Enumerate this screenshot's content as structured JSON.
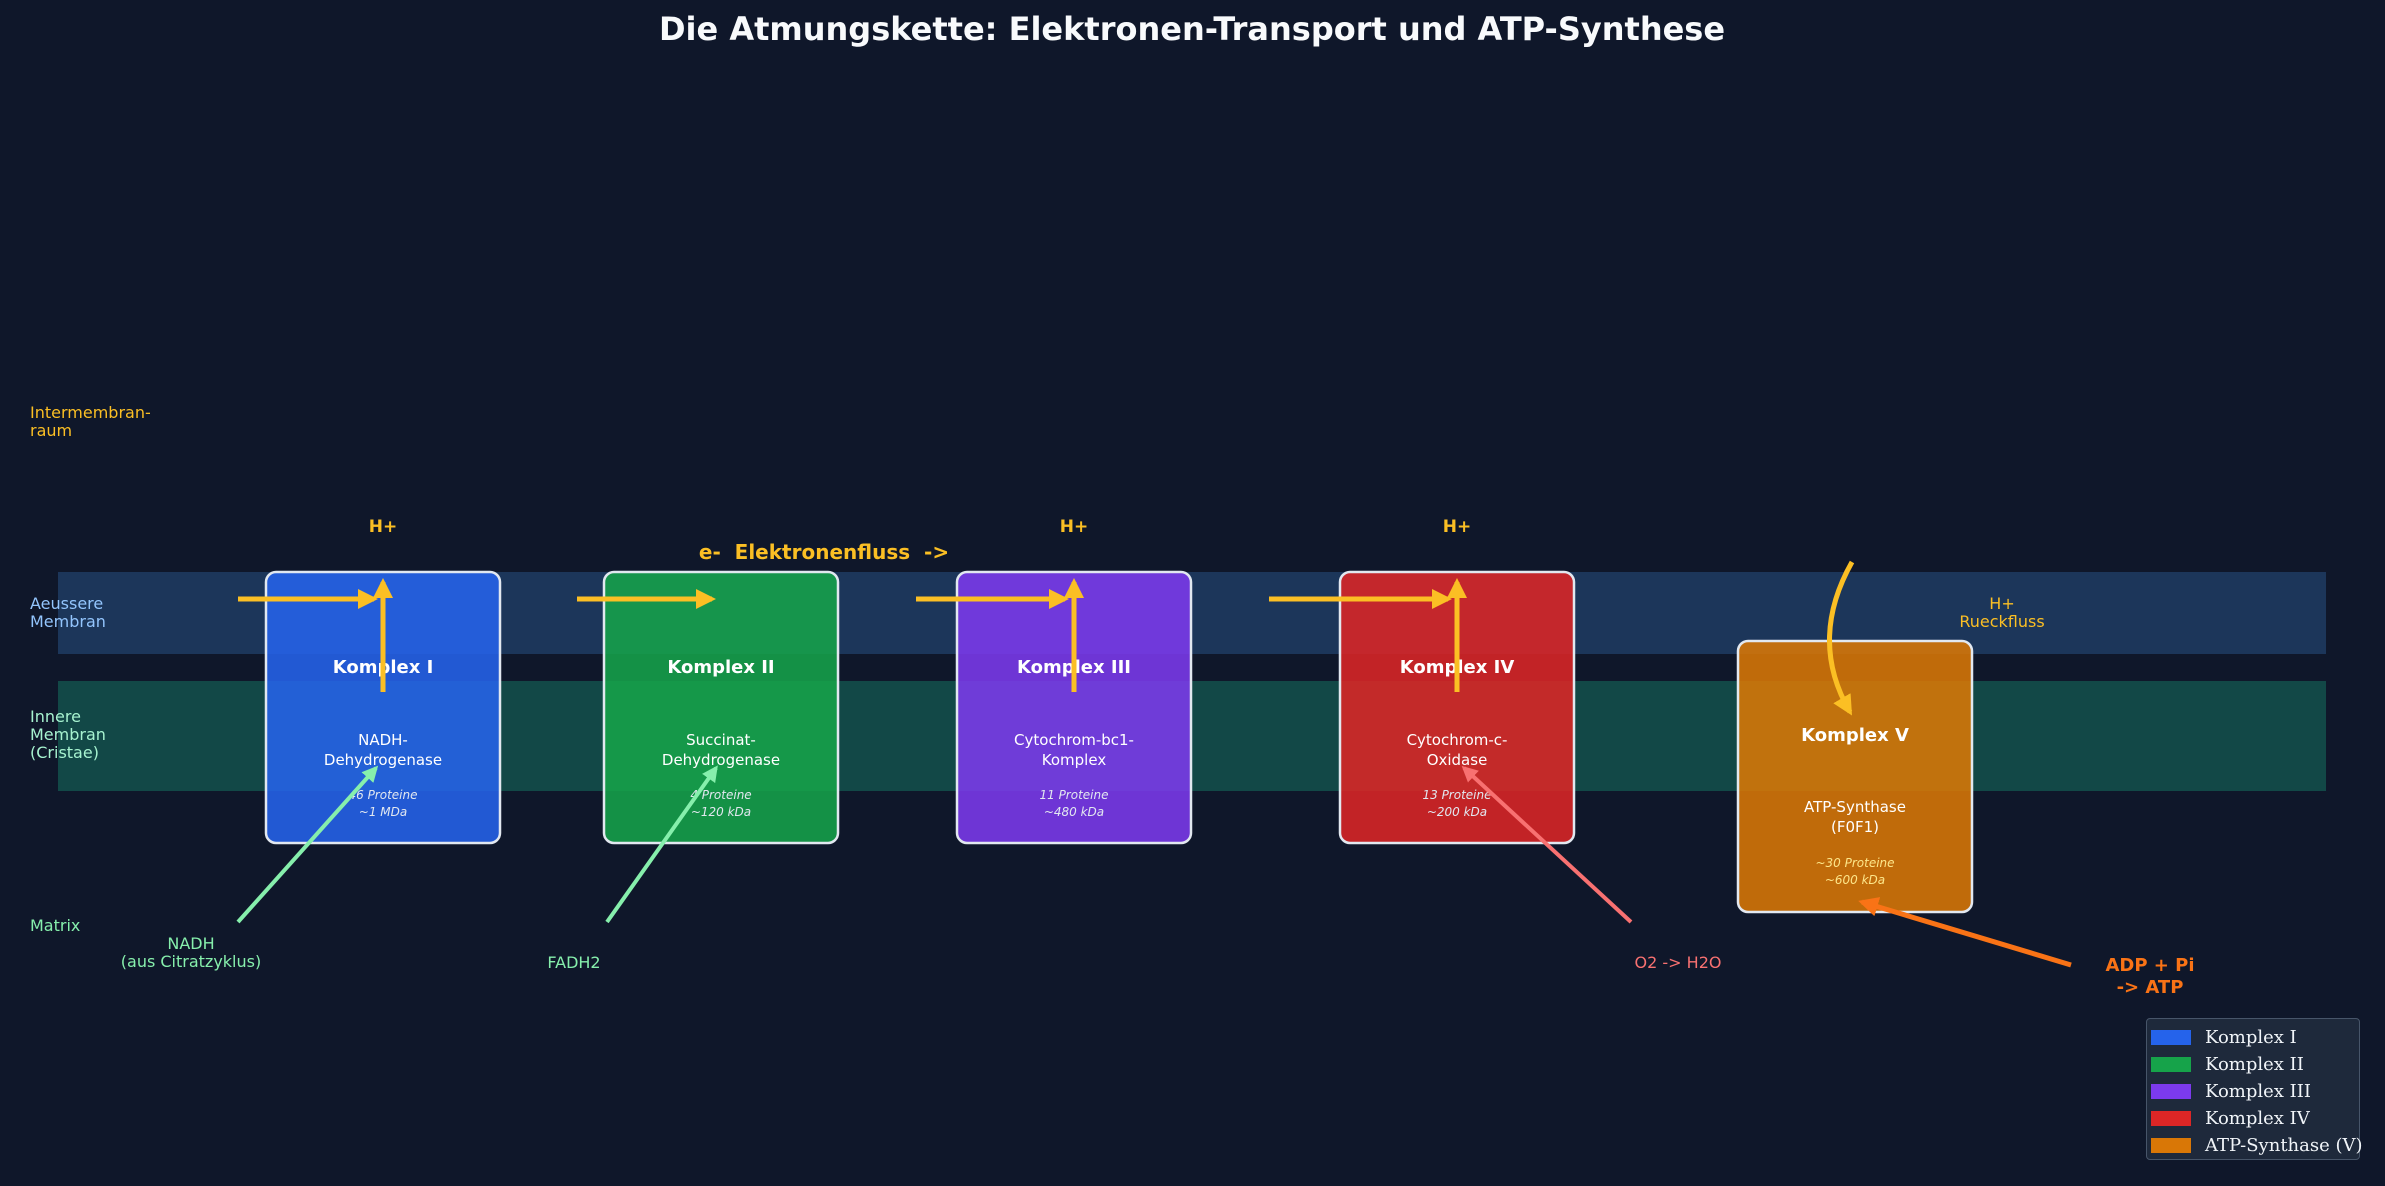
{
  "title": "Die Atmungskette: Elektronen-Transport und ATP-Synthese",
  "colors": {
    "background": "#0f172a",
    "outer_membrane": "#1e3a5f",
    "inner_membrane": "#134e4a",
    "proton": "#fbbf24",
    "substrate": "#86efac",
    "oxygen": "#f87171",
    "atp": "#f97316"
  },
  "regions": {
    "intermembrane": "Intermembran-\nraum",
    "outer_membrane": "Aeussere\nMembran",
    "inner_membrane": "Innere\nMembran\n(Cristae)",
    "matrix": "Matrix"
  },
  "complexes": [
    {
      "name": "Komplex I",
      "enzyme": "NADH-\nDehydrogenase",
      "info": "46 Proteine\n~1 MDa",
      "color": "#1d4ed8",
      "proton_label": "H+"
    },
    {
      "name": "Komplex II",
      "enzyme": "Succinat-\nDehydrogenase",
      "info": "4 Proteine\n~120 kDa",
      "color": "#16a34a",
      "proton_label": ""
    },
    {
      "name": "Komplex III",
      "enzyme": "Cytochrom-bc1-\nKomplex",
      "info": "11 Proteine\n~480 kDa",
      "color": "#6d28d9",
      "proton_label": "H+"
    },
    {
      "name": "Komplex IV",
      "enzyme": "Cytochrom-c-\nOxidase",
      "info": "13 Proteine\n~200 kDa",
      "color": "#dc2626",
      "proton_label": "H+"
    },
    {
      "name": "Komplex V",
      "enzyme": "ATP-Synthase\n(F0F1)",
      "info": "~30 Proteine\n~600 kDa",
      "color": "#d97706",
      "proton_label": ""
    }
  ],
  "annotations": {
    "electron_flow": "e-  Elektronenfluss  ->",
    "h_backflow": "H+\nRueckfluss",
    "nadh": "NADH\n(aus Citratzyklus)",
    "fadh2": "FADH2",
    "oxygen": "O2 -> H2O",
    "atp": "ADP + Pi\n-> ATP"
  },
  "legend": [
    {
      "label": "Komplex I",
      "color": "#2563eb"
    },
    {
      "label": "Komplex II",
      "color": "#16a34a"
    },
    {
      "label": "Komplex III",
      "color": "#7c3aed"
    },
    {
      "label": "Komplex IV",
      "color": "#dc2626"
    },
    {
      "label": "ATP-Synthase (V)",
      "color": "#d97706"
    }
  ]
}
